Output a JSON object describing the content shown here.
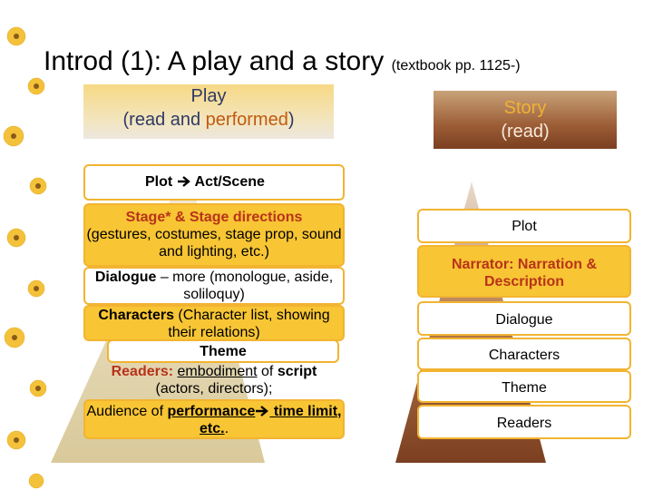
{
  "title": {
    "main": "Introd (1): A play and a story",
    "note": "(textbook pp. 1125-)"
  },
  "play_header": {
    "line1": "Play",
    "line2_a": "(read and ",
    "line2_b": "performed",
    "line2_c": ")"
  },
  "story_header": {
    "word": "Story",
    "sub": "(read)"
  },
  "play": {
    "plot": "Plot ",
    "plot_b": " Act/Scene",
    "stage_title": "Stage* & Stage directions",
    "stage_detail": "(gestures, costumes, stage prop, sound and lighting, etc.)",
    "dialogue_a": "Dialogue",
    "dialogue_b": " – more (monologue, aside, soliloquy)",
    "characters_a": "Characters",
    "characters_b": " (Character list, showing their relations)",
    "theme": "Theme",
    "readers_a": "Readers:",
    "readers_b": "embodiment",
    "readers_c": " of ",
    "readers_d": "script",
    "readers_e": "(actors, directors);",
    "audience_a": "Audience of ",
    "audience_b": "performance",
    "audience_c": " time limit, etc.",
    "audience_d": "."
  },
  "story": {
    "plot": "Plot",
    "narrator": "Narrator: Narration & Description",
    "dialogue": "Dialogue",
    "characters": "Characters",
    "theme": "Theme",
    "readers": "Readers"
  },
  "colors": {
    "accent_yellow": "#f8c534",
    "border": "#f2b431",
    "red_text": "#b8331a",
    "story_brown": "#7b3f21"
  },
  "icons": [
    "flower-border",
    "arrow-right-icon"
  ]
}
